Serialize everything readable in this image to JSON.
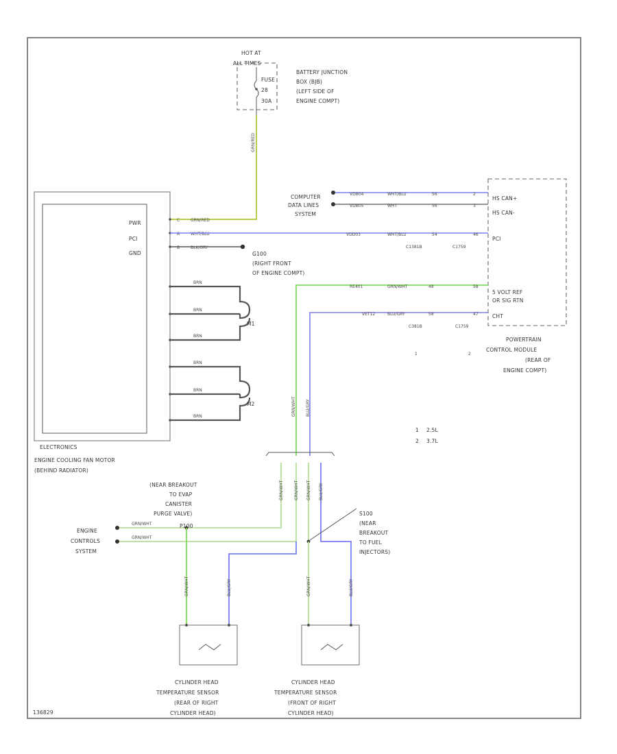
{
  "colors": {
    "frame": "#666666",
    "wire_yellow_green": "#b8cc4a",
    "wire_green": "#7fe05a",
    "wire_blue": "#7a7ef0",
    "wire_light_green": "#b4e09a",
    "wire_black": "#555555"
  },
  "diagram_code": "136829",
  "fuse": {
    "hot": [
      "HOT AT",
      "ALL TIMES"
    ],
    "fuse": [
      "FUSE",
      "28",
      "30A"
    ],
    "location": [
      "BATTERY JUNCTION",
      "BOX (BJB)",
      "(LEFT SIDE OF",
      "ENGINE COMPT)"
    ],
    "wire": "GRN/RED"
  },
  "fan_motor": {
    "pins": [
      "PWR",
      "PCI",
      "GND"
    ],
    "electronics": "ELECTRONICS",
    "name": [
      "ENGINE COOLING FAN MOTOR",
      "(BEHIND RADIATOR)"
    ],
    "m1": "M1",
    "m2": "M2",
    "pwr_wire": "GRN/RED",
    "pci_wire": "WHT/BLU",
    "gnd_wire": "BLK/GRY",
    "motor_wire": "BRN",
    "pin_labels": [
      "C",
      "A",
      "B"
    ]
  },
  "ground": {
    "id": "G100",
    "location": [
      "(RIGHT FRONT",
      "OF ENGINE COMPT)"
    ]
  },
  "computer": {
    "label": [
      "COMPUTER",
      "DATA LINES",
      "SYSTEM"
    ],
    "wires": [
      {
        "circuit": "VDB04",
        "color": "WHT/BLU",
        "size": "56",
        "pin": "2"
      },
      {
        "circuit": "VDB05",
        "color": "WHT",
        "size": "56",
        "pin": "3"
      }
    ]
  },
  "pcm": {
    "pci_wire": {
      "circuit": "VDD03",
      "color": "WHT/BLU",
      "size": "54",
      "pin": "46"
    },
    "connectors": [
      "C1381B",
      "C1759"
    ],
    "connectors_low": [
      "C381B",
      "C1759"
    ],
    "row_nums": [
      "1",
      "2"
    ],
    "pin_labels": [
      "HS CAN+",
      "HS CAN-",
      "PCI",
      "5 VOLT REF",
      "OR SIG RTN",
      "CHT"
    ],
    "name": [
      "POWERTRAIN",
      "CONTROL MODULE",
      "(REAR OF",
      "ENGINE COMPT)"
    ],
    "ref_wire": {
      "circuit": "RE401",
      "color": "GRN/WHT",
      "size": "48",
      "pin": "58"
    },
    "cht_wire": {
      "circuit": "VET12",
      "color": "BLU/GRY",
      "size": "58",
      "pin": "47"
    }
  },
  "legend": [
    {
      "num": "1",
      "label": "2.5L"
    },
    {
      "num": "2",
      "label": "3.7L"
    }
  ],
  "vertical_wires": [
    "GRN/WHT",
    "BLU/GRY"
  ],
  "splice_wires": [
    "GRN/WHT",
    "GRN/WHT",
    "GRN/WHT",
    "BLU/GRY"
  ],
  "breakout": {
    "label": [
      "(NEAR BREAKOUT",
      "TO EVAP",
      "CANISTER",
      "PURGE VALVE)"
    ],
    "splice": "P100"
  },
  "engine_controls": {
    "label": [
      "ENGINE",
      "CONTROLS",
      "SYSTEM"
    ],
    "wires": [
      "GRN/WHT",
      "GRN/WHT"
    ]
  },
  "s100": {
    "label": [
      "S100",
      "(NEAR",
      "BREAKOUT",
      "TO FUEL",
      "INJECTORS)"
    ]
  },
  "sensors": [
    {
      "name": [
        "CYLINDER HEAD",
        "TEMPERATURE SENSOR",
        "(REAR OF RIGHT",
        "CYLINDER HEAD)"
      ],
      "wires": [
        "GRN/WHT",
        "BLU/GRY"
      ]
    },
    {
      "name": [
        "CYLINDER HEAD",
        "TEMPERATURE SENSOR",
        "(FRONT OF RIGHT",
        "CYLINDER HEAD)"
      ],
      "wires": [
        "GRN/WHT",
        "BLU/GRY"
      ]
    }
  ]
}
